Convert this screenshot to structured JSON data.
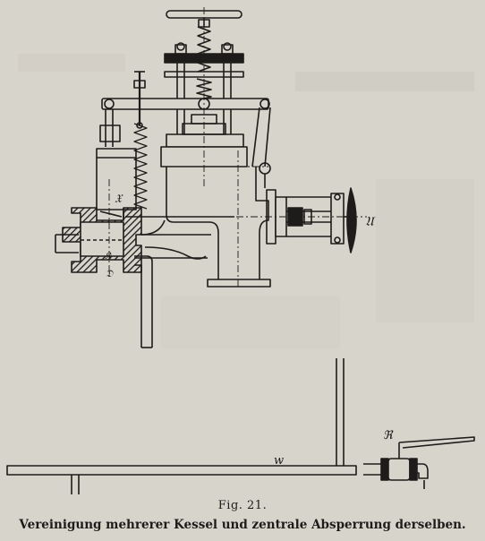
{
  "figure": {
    "number_label": "Fig. 21.",
    "caption": "Vereinigung mehrerer Kessel und zentrale Absperrung derselben.",
    "labels": {
      "x_mark": "𝔛",
      "k_mark": "𝔎",
      "d_mark": "𝔇",
      "u_mark": "𝔘",
      "r_mark": "ℜ",
      "w_mark": "w"
    }
  },
  "colors": {
    "paper": "#d7d4cc",
    "ink": "#1e1c1a"
  }
}
